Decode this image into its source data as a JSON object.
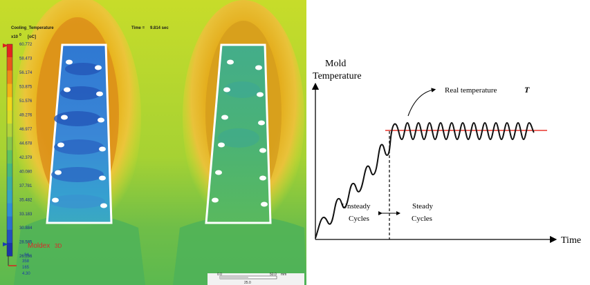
{
  "simulation": {
    "title": "Cooling_Temperature",
    "time_label": "Time =",
    "time_value": "9.814 sec",
    "scale_prefix": "x10",
    "scale_exponent": "0",
    "unit": "[oC]",
    "legend_values": [
      "60.772",
      "58.473",
      "56.174",
      "53.875",
      "51.576",
      "49.276",
      "46.977",
      "44.678",
      "42.379",
      "40.080",
      "37.781",
      "35.482",
      "33.183",
      "30.884",
      "28.585",
      "26.286"
    ],
    "legend_colors": [
      "#e4231f",
      "#e8571c",
      "#ee8a18",
      "#f3b515",
      "#f2d81a",
      "#d9df27",
      "#b3d53a",
      "#88c84a",
      "#5ec35f",
      "#46b87e",
      "#3aaea2",
      "#35a4c4",
      "#2f8ed6",
      "#2b6fd0",
      "#2350bf",
      "#1b35a6"
    ],
    "brand": "Moldex",
    "brand_suffix": "3D",
    "info_lines": [
      "84",
      "358",
      "165",
      "4.30"
    ],
    "scalebar": {
      "ticks": [
        "0.0",
        "50.0",
        "mm"
      ],
      "sub_label": "25.0"
    }
  },
  "diagram": {
    "y_label_line1": "Mold",
    "y_label_line2": "Temperature",
    "x_label": "Time",
    "real_temp_label": "Real temperature",
    "real_temp_symbol": "T",
    "unsteady_line1": "Unsteady",
    "unsteady_line2": "Cycles",
    "steady_line1": "Steady",
    "steady_line2": "Cycles",
    "mean_line_color": "#e8352c",
    "curve_color": "#111111"
  }
}
